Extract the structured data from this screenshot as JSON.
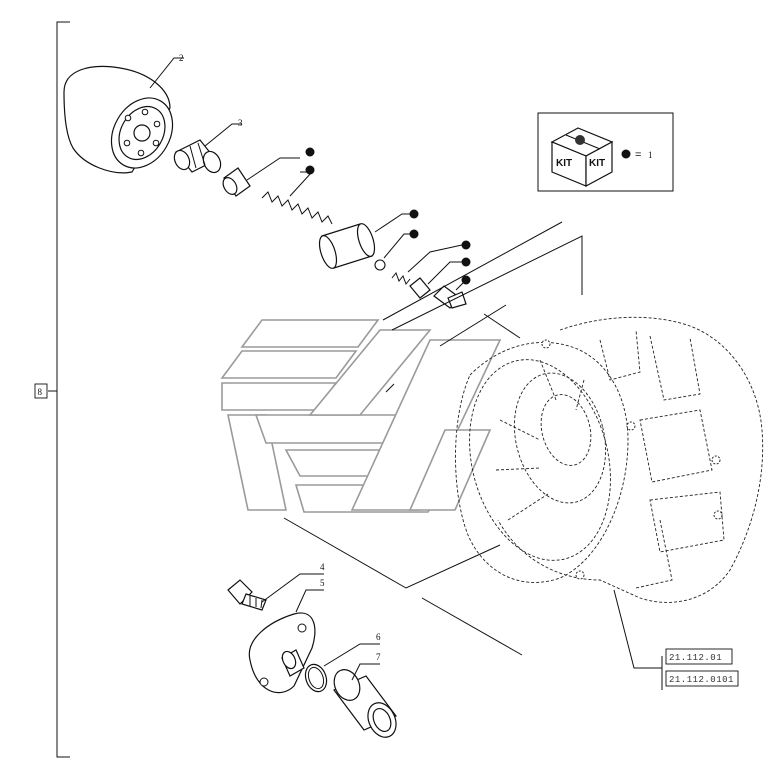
{
  "diagram": {
    "group_label": "8",
    "callouts": {
      "filter": "2",
      "fitting": "3",
      "screw": "4",
      "plate": "5",
      "o_ring": "6",
      "tube": "7"
    },
    "kit": {
      "box_words": [
        "KIT",
        "KIT"
      ],
      "legend_equals": "=",
      "legend_value": "1"
    },
    "references": [
      "21.112.01",
      "21.112.0101"
    ]
  }
}
